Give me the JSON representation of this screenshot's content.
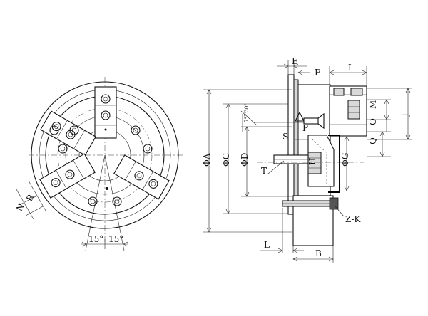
{
  "front_view": {
    "angle_left": "15°",
    "angle_right": "15°",
    "label_N": "N",
    "label_R": "R"
  },
  "side_view": {
    "labels": {
      "A": "ΦA",
      "C": "ΦC",
      "D": "ΦD",
      "G": "ΦG",
      "E": "E",
      "F": "F",
      "I": "I",
      "J": "J",
      "M": "M",
      "O": "O",
      "Q": "Q",
      "P": "P",
      "S": "S",
      "T": "T",
      "H": "H",
      "L": "L",
      "B": "B",
      "ZK": "Z-K"
    },
    "tiny_note": "7°7'30\""
  }
}
